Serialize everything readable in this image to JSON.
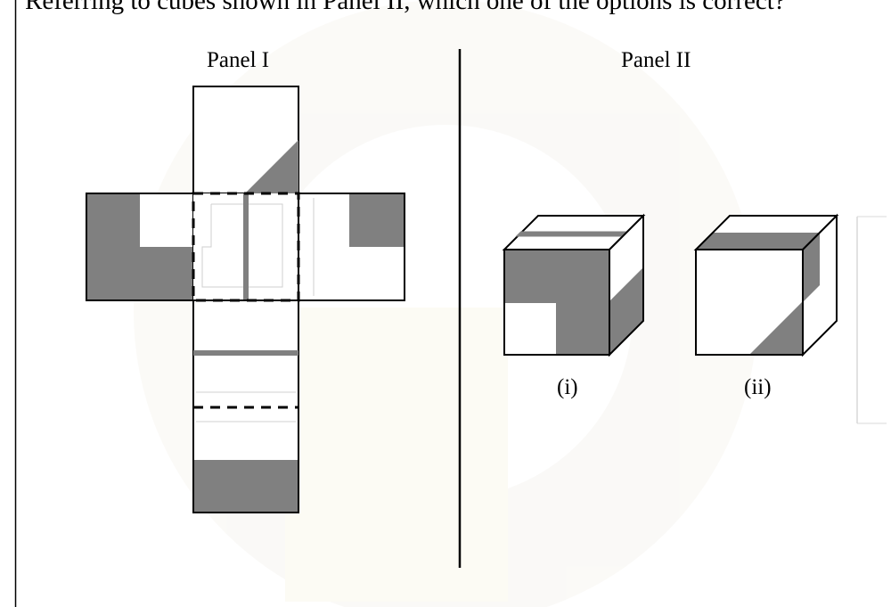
{
  "question": "Referring to cubes shown in Panel II, which one of the options is correct?",
  "panels": {
    "left_title": "Panel I",
    "right_title": "Panel II"
  },
  "cubes": [
    {
      "label": "(i)"
    },
    {
      "label": "(ii)"
    }
  ],
  "colors": {
    "shade": "#808080",
    "line": "#000000",
    "background": "#ffffff",
    "watermark": "#f6f4f0"
  }
}
